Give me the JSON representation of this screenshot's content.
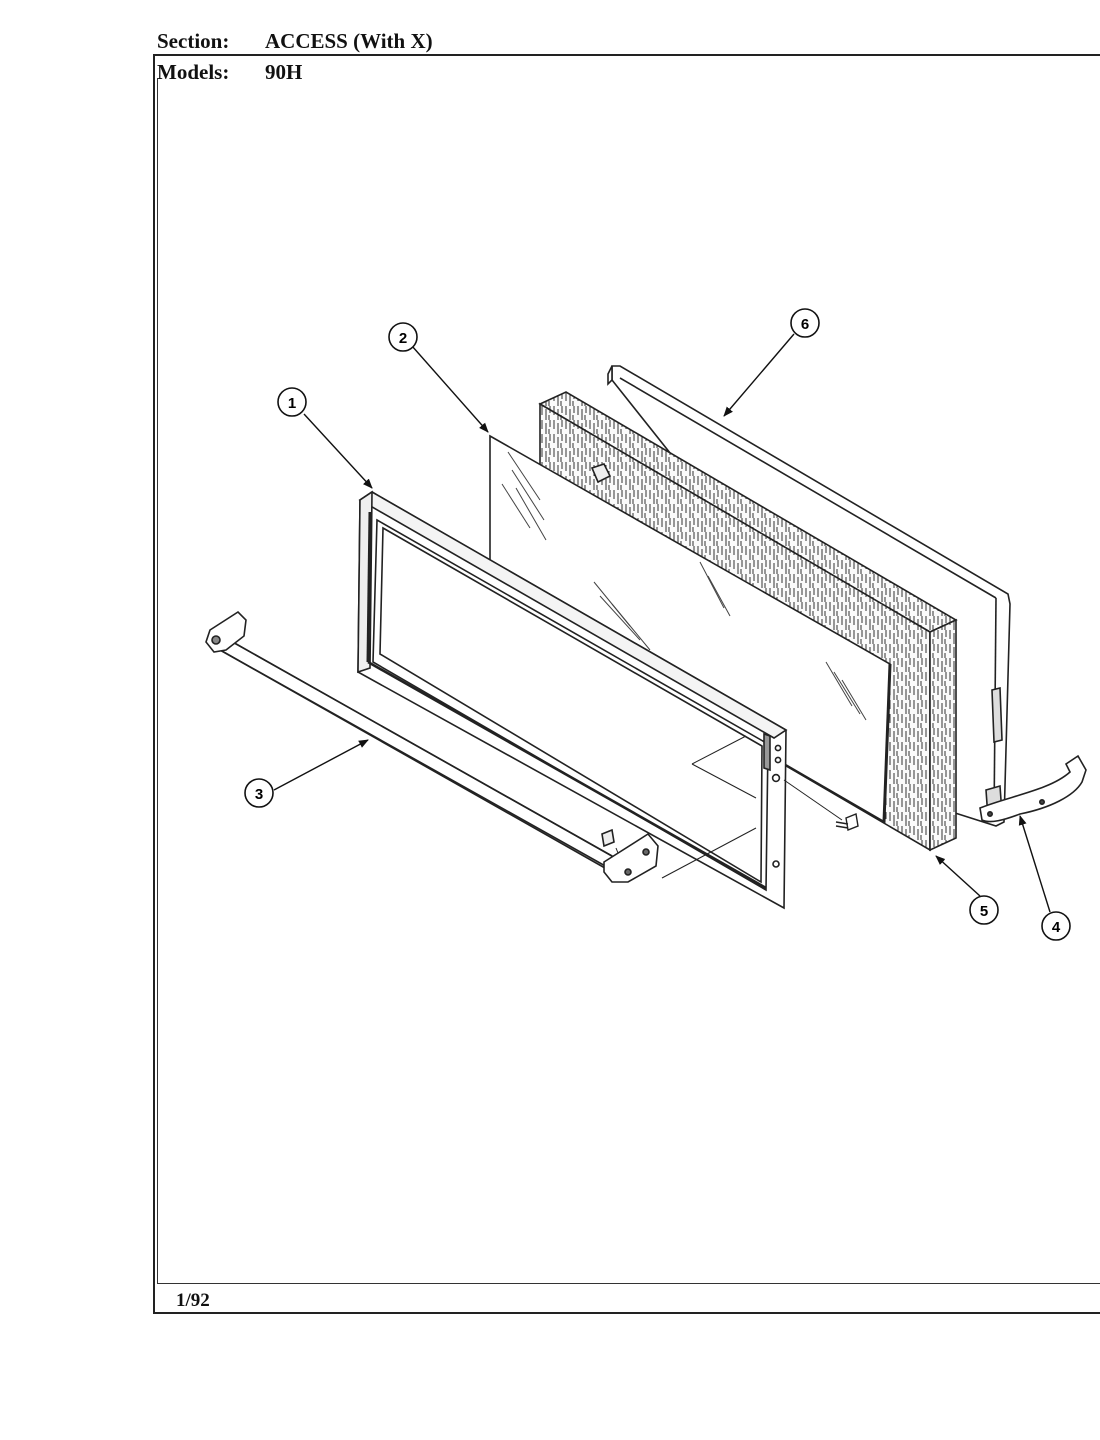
{
  "header": {
    "section_label": "Section:",
    "section_value": "ACCESS (With X)",
    "models_label": "Models:",
    "models_value": "90H"
  },
  "footer": {
    "date": "1/92"
  },
  "callouts": [
    "1",
    "2",
    "3",
    "4",
    "5",
    "6"
  ]
}
